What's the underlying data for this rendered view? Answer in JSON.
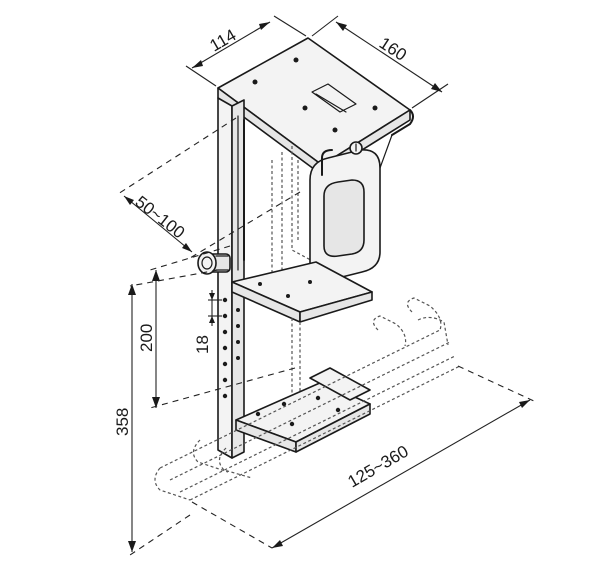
{
  "dimensions": {
    "depth": "114",
    "width": "160",
    "adjust_range": "50~100",
    "height_short": "200",
    "pitch": "18",
    "height_total": "358",
    "rail_range": "125~360"
  }
}
